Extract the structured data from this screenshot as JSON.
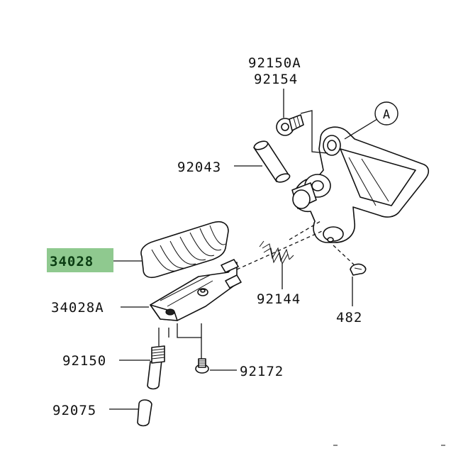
{
  "labels": {
    "p92150A": "92150A",
    "p92154": "92154",
    "pA": "A",
    "p92043": "92043",
    "p34028": "34028",
    "p34028A": "34028A",
    "p92144": "92144",
    "p482": "482",
    "p92150": "92150",
    "p92172": "92172",
    "p92075": "92075"
  },
  "colors": {
    "highlight_fill": "#8fc98f",
    "line": "#111111",
    "background": "#ffffff"
  }
}
